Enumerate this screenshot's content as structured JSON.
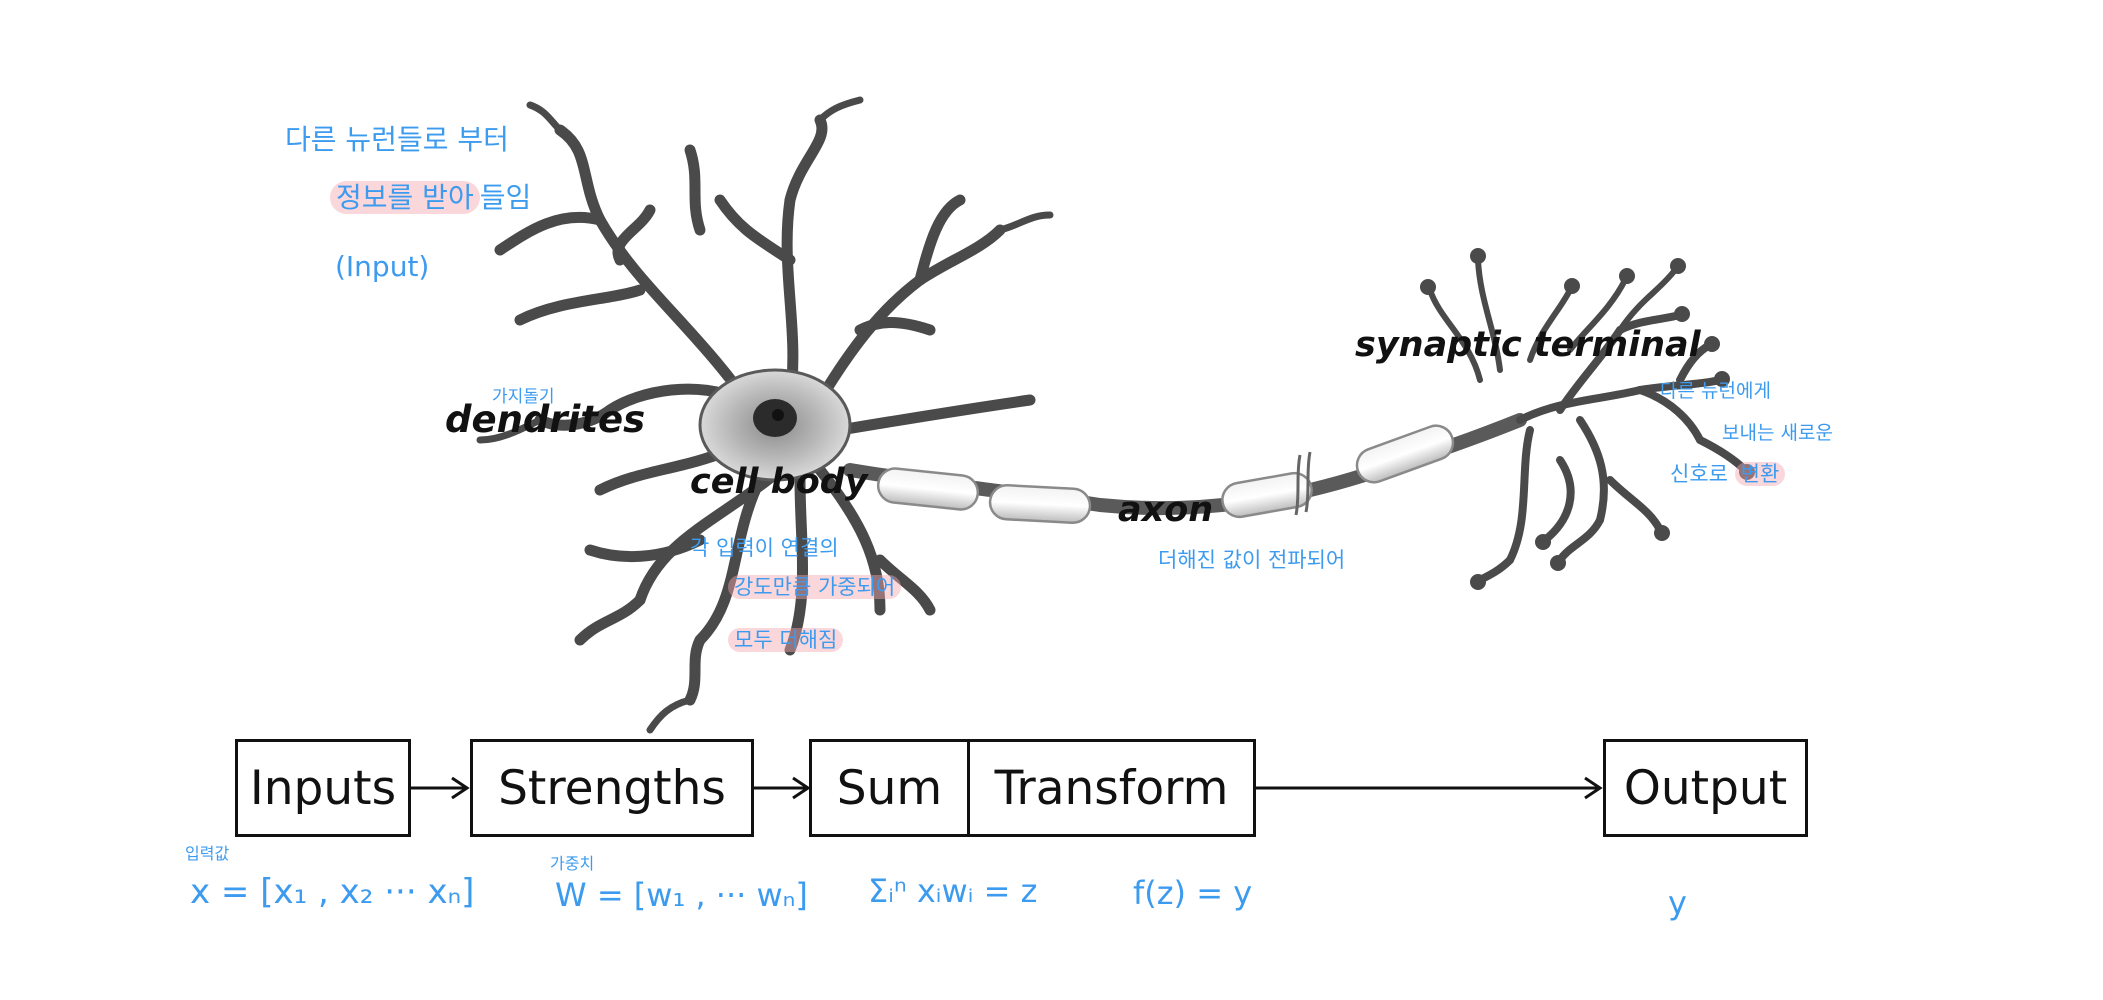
{
  "neuron_labels": {
    "dendrites": "dendrites",
    "cell_body": "cell body",
    "axon": "axon",
    "synaptic_terminal": "synaptic terminal"
  },
  "flow_boxes": {
    "inputs": "Inputs",
    "strengths": "Strengths",
    "sum": "Sum",
    "transform": "Transform",
    "output": "Output"
  },
  "notes": {
    "dendrites_line1": "다른 뉴런들로 부터",
    "dendrites_line2a": "정보를 받아",
    "dendrites_line2b": "들임",
    "dendrites_line3": "(Input)",
    "dendrites_small": "가지돌기",
    "cellbody_line1": "각 입력이 연결의",
    "cellbody_line2": "강도만큼 가중되어",
    "cellbody_line3": "모두 더해짐",
    "axon_note": "더해진 값이 전파되어",
    "synaptic_line1": "다른 뉴런에게",
    "synaptic_line2": "보내는 새로운",
    "synaptic_line3a": "신호로",
    "synaptic_line3b": "변환"
  },
  "formulas": {
    "input_caption": "입력값",
    "x_vector": "x = [x₁ , x₂ ··· xₙ]",
    "weight_caption": "가중치",
    "w_vector": "W = [w₁ , ··· wₙ]",
    "sum_formula": "Σᵢⁿ xᵢwᵢ = z",
    "transform_formula": "f(z) = y",
    "output_value": "y"
  },
  "colors": {
    "annotation": "#3d9bef",
    "highlight": "#f4a7af",
    "ink": "#111111",
    "neuron_gray": "#4a4a4a"
  }
}
